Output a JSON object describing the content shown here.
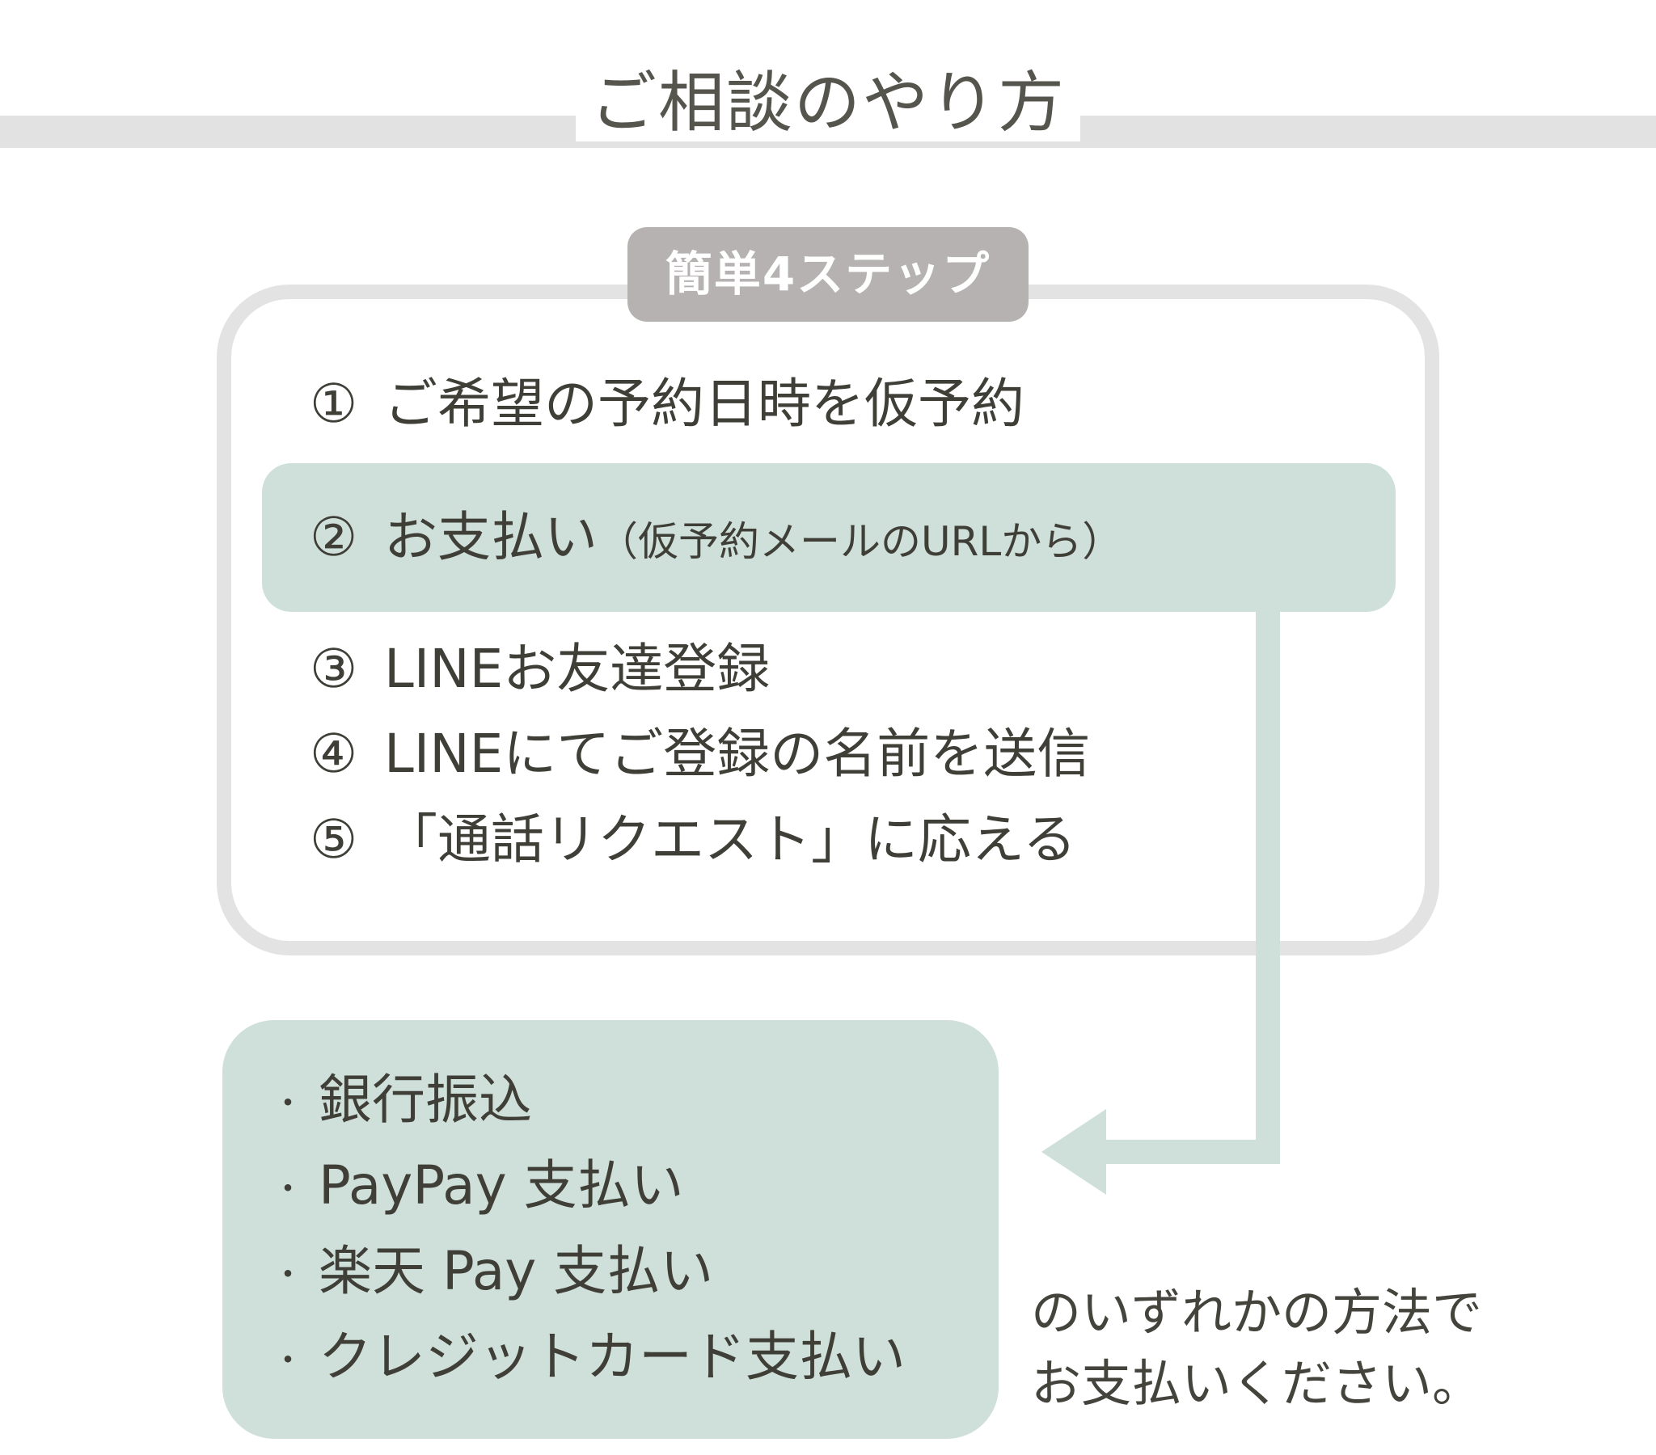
{
  "title": "ご相談のやり方",
  "badge": "簡単4ステップ",
  "steps": [
    {
      "num": "①",
      "text": "ご希望の予約日時を仮予約",
      "note": ""
    },
    {
      "num": "②",
      "text": "お支払い",
      "note": "（仮予約メールのURLから）"
    },
    {
      "num": "③",
      "text": "LINEお友達登録",
      "note": ""
    },
    {
      "num": "④",
      "text": "LINEにてご登録の名前を送信",
      "note": ""
    },
    {
      "num": "⑤",
      "text": "「通話リクエスト」に応える",
      "note": ""
    }
  ],
  "payment_methods": {
    "bullet": "・",
    "items": [
      "銀行振込",
      "PayPay 支払い",
      "楽天 Pay 支払い",
      "クレジットカード支払い"
    ]
  },
  "closing": {
    "line1": "のいずれかの方法で",
    "line2": "お支払いください。"
  },
  "colors": {
    "accent": "#cfe0da",
    "badge": "#b6b2b2",
    "frame": "#e3e3e3",
    "header_bar": "#e2e2e2",
    "text": "#44443c"
  }
}
